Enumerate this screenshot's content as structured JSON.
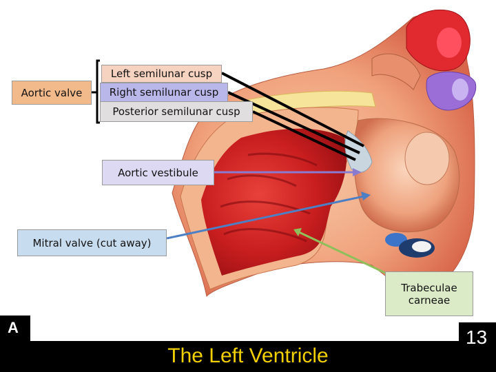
{
  "labels": {
    "aortic_valve": "Aortic valve",
    "left_cusp": "Left semilunar cusp",
    "right_cusp": "Right semilunar cusp",
    "posterior_cusp": "Posterior semilunar cusp",
    "aortic_vestibule": "Aortic vestibule",
    "mitral_valve": "Mitral valve (cut away)",
    "trabeculae_line1": "Trabeculae",
    "trabeculae_line2": "carneae"
  },
  "corner_letter": "A",
  "page_number": "13",
  "title": "The Left Ventricle",
  "colors": {
    "title": "#f2d000",
    "bar": "#000000",
    "vestibule_arrow": "#8a7ad0",
    "mitral_arrow": "#4d7fc4",
    "trabeculae_arrow": "#8fbf5a"
  }
}
